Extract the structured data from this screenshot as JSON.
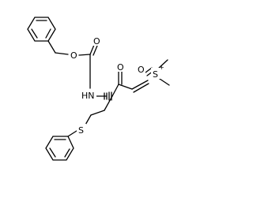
{
  "molecule": {
    "atoms": {
      "ester_oxygen": "O",
      "carbonyl_oxygen": "O",
      "nh": "HN",
      "ketone_oxygen": "O",
      "sulfoxonium_oxygen": "O",
      "sulfoxonium_sulfur": "S",
      "sulfoxonium_plus": "+",
      "thioether_sulfur": "S"
    }
  }
}
